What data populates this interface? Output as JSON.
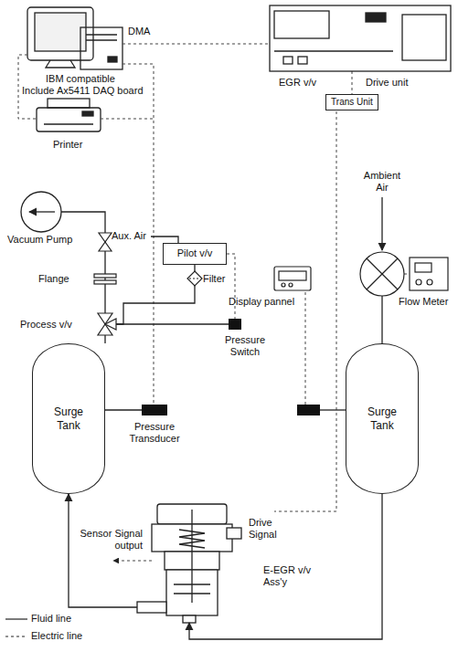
{
  "diagram": {
    "nodes": [
      {
        "text": [
          "Pilot v/v"
        ]
      },
      {
        "text": [
          "Surge Tank"
        ]
      },
      {
        "text": [
          "Surge Tank"
        ]
      },
      {
        "text": [
          "Trans Unit"
        ]
      },
      {
        "text": [
          "E-EGR v/v Ass'y"
        ]
      }
    ],
    "edges": [
      {
        "from": 4,
        "to": 1,
        "arrow": "to"
      },
      {
        "from": 2,
        "to": 4,
        "arrow": "to"
      }
    ],
    "labels": [
      "DMA",
      "IBM compatible",
      "Include Ax5411 DAQ board",
      "Printer",
      "EGR v/v",
      "Drive unit",
      "Vacuum Pump",
      "Aux. Air",
      "Flange",
      "Filter",
      "Process v/v",
      "Pressure Switch",
      "Display pannel",
      "Ambient Air",
      "Flow Meter",
      "Pressure Transducer",
      "Sensor Signal output",
      "Drive Signal"
    ],
    "legend": [
      {
        "text": "Fluid line"
      },
      {
        "text": "Electric line"
      }
    ]
  }
}
